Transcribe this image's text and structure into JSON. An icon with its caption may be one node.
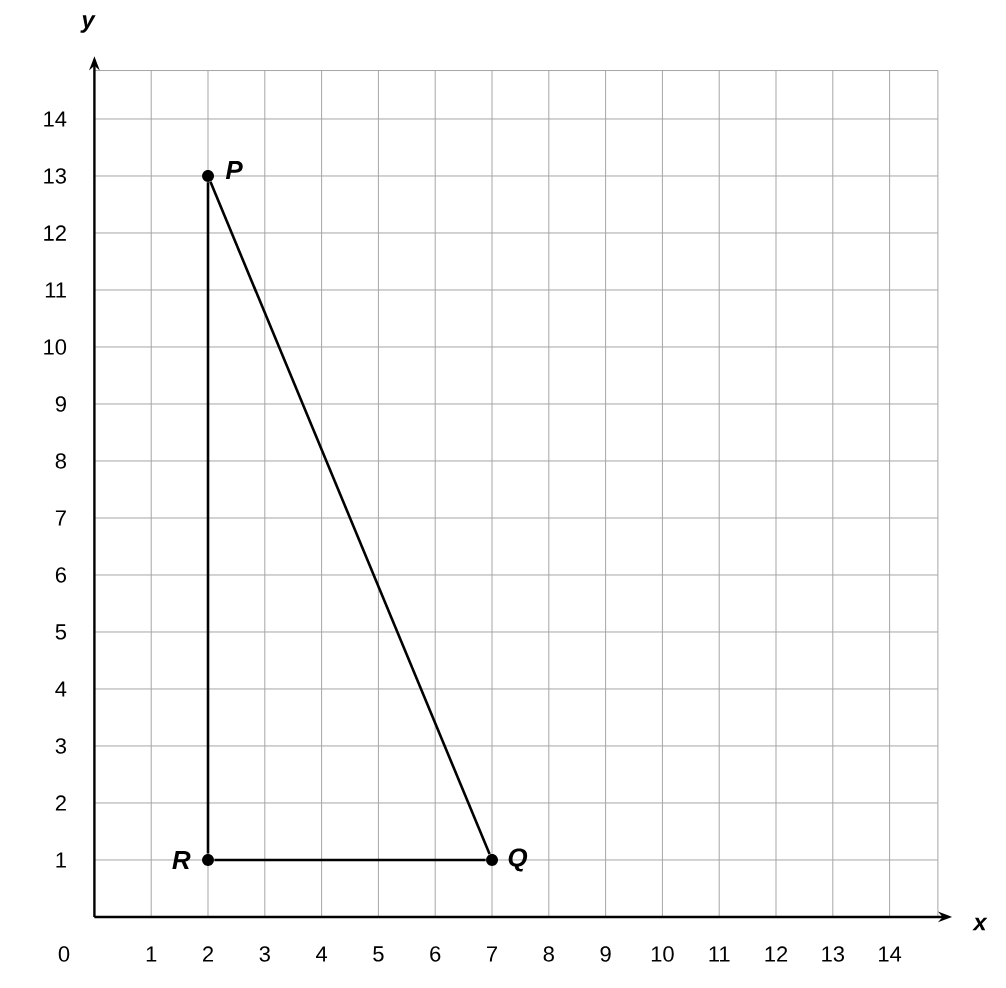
{
  "diagram": {
    "nodes": [
      {
        "text": [
          "P"
        ]
      },
      {
        "text": [
          "Q"
        ]
      },
      {
        "text": [
          "R"
        ]
      }
    ],
    "edges": [
      {
        "from": 0,
        "to": 2,
        "arrow": "none"
      },
      {
        "from": 2,
        "to": 1,
        "arrow": "none"
      },
      {
        "from": 1,
        "to": 0,
        "arrow": "none"
      }
    ],
    "labels": [
      "y",
      "14",
      "13",
      "12",
      "11",
      "10",
      "9",
      "8",
      "7",
      "6",
      "5",
      "4",
      "3",
      "2",
      "1",
      "0",
      "1",
      "2",
      "3",
      "4",
      "5",
      "6",
      "7",
      "8",
      "9",
      "10",
      "11",
      "12",
      "13",
      "14",
      "x"
    ]
  }
}
